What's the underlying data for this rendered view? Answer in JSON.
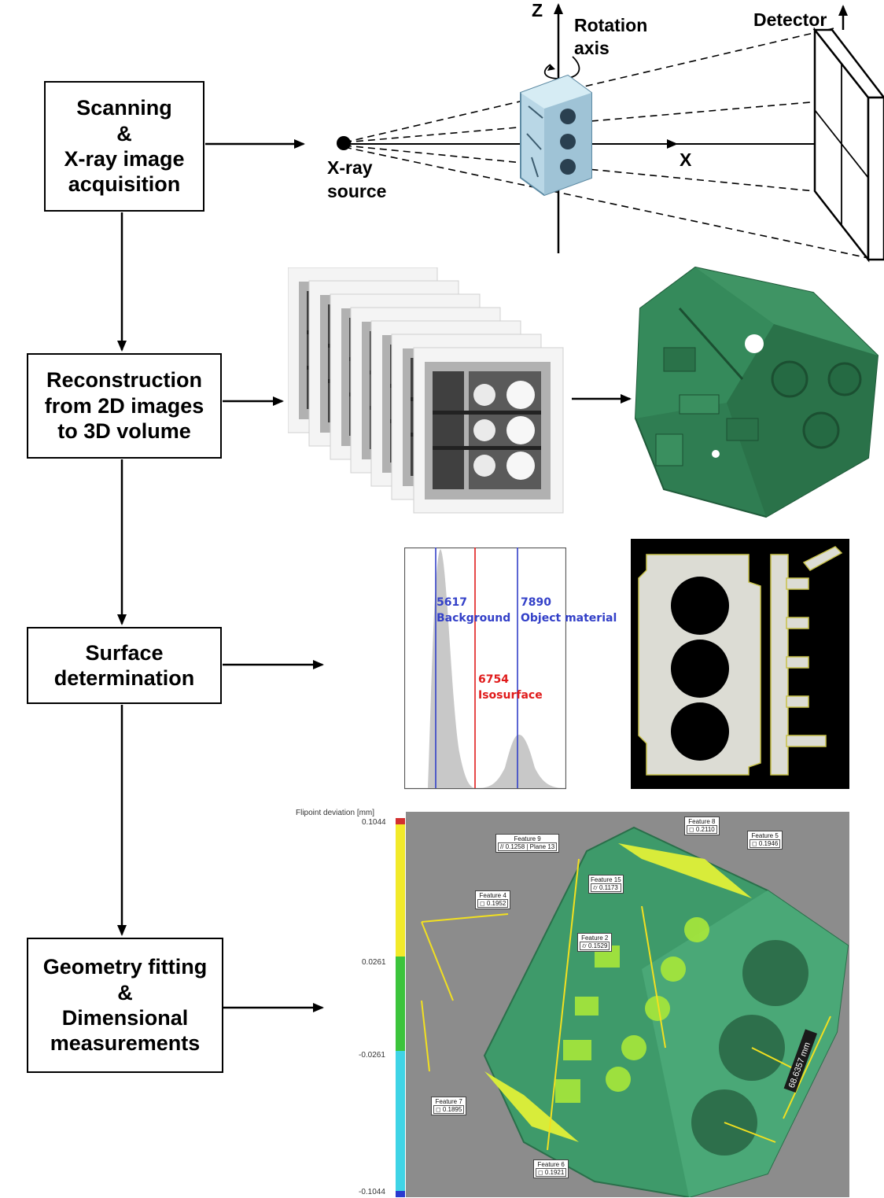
{
  "steps": [
    {
      "lines": [
        "Scanning",
        "&",
        "X-ray image",
        "acquisition"
      ]
    },
    {
      "lines": [
        "Reconstruction",
        "from 2D images",
        "to 3D volume"
      ]
    },
    {
      "lines": [
        "Surface",
        "determination"
      ]
    },
    {
      "lines": [
        "Geometry fitting",
        "&",
        "Dimensional",
        "measurements"
      ]
    }
  ],
  "scan": {
    "z_axis": "Z",
    "rotation_axis": [
      "Rotation",
      "axis"
    ],
    "detector": "Detector",
    "x_axis": "X",
    "source": [
      "X-ray",
      "source"
    ]
  },
  "histogram": {
    "background_value": "5617",
    "background_label": "Background",
    "object_value": "7890",
    "object_label": "Object material",
    "iso_value": "6754",
    "iso_label": "Isosurface",
    "colors": {
      "blue": "#3340c8",
      "red": "#e01b1b",
      "fill": "#c8c8c8"
    }
  },
  "deviation": {
    "scale_title": "Flipoint deviation [mm]",
    "ticks": [
      "0.1044",
      "0.0261",
      "-0.0261",
      "-0.1044"
    ],
    "measure_text": "68.6357 mm",
    "annotations": [
      {
        "title": "Feature 9",
        "value": "// 0.1258 | Plane 13"
      },
      {
        "title": "Feature 8",
        "value": "◻ 0.2110"
      },
      {
        "title": "Feature 5",
        "value": "◻ 0.1946"
      },
      {
        "title": "Feature 15",
        "value": "⌭ 0.1173"
      },
      {
        "title": "Feature 4",
        "value": "◻ 0.1952"
      },
      {
        "title": "Feature 2",
        "value": "⌭ 0.1529"
      },
      {
        "title": "Feature 7",
        "value": "◻ 0.1895"
      },
      {
        "title": "Feature 6",
        "value": "◻ 0.1921"
      }
    ]
  }
}
